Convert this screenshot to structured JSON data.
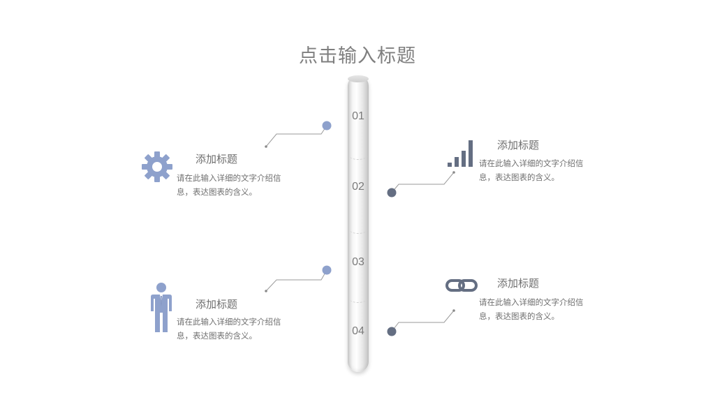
{
  "title": "点击输入标题",
  "colors": {
    "blue": "#8ea1cc",
    "slate": "#646e82",
    "line": "#9a9a9a",
    "text": "#6f6f6f"
  },
  "steps": [
    {
      "number": "01",
      "heading": "添加标题",
      "description": "请在此输入详细的文字介绍信息，表达图表的含义。",
      "icon": "gear-icon"
    },
    {
      "number": "02",
      "heading": "添加标题",
      "description": "请在此输入详细的文字介绍信息，表达图表的含义。",
      "icon": "bar-chart-icon"
    },
    {
      "number": "03",
      "heading": "添加标题",
      "description": "请在此输入详细的文字介绍信息，表达图表的含义。",
      "icon": "person-icon"
    },
    {
      "number": "04",
      "heading": "添加标题",
      "description": "请在此输入详细的文字介绍信息，表达图表的含义。",
      "icon": "link-icon"
    }
  ]
}
